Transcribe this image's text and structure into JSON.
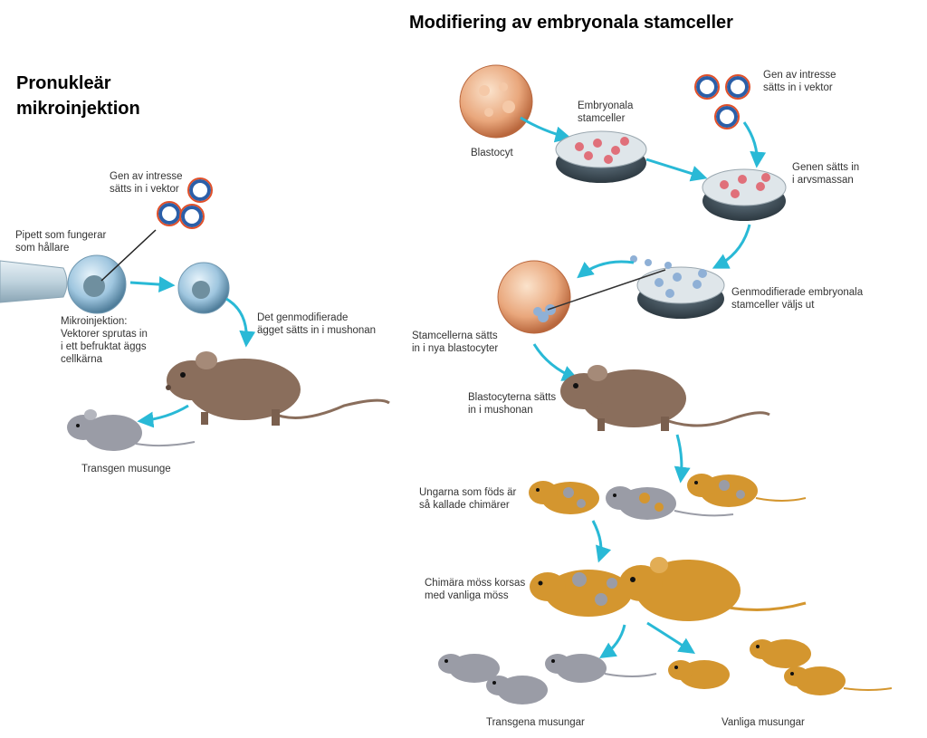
{
  "titles": {
    "left": "Pronukleär\nmikroinjektion",
    "right": "Modifiering av embryonala stamceller"
  },
  "left_labels": {
    "gene_vector": "Gen av intresse\nsätts in i vektor",
    "pipette": "Pipett som fungerar\nsom hållare",
    "microinjection": "Mikroinjektion:\nVektorer sprutas in\ni ett befruktat äggs\ncellkärna",
    "egg_into_mother": "Det genmodifierade\nägget sätts in i mushonan",
    "transgenic_pup": "Transgen musunge"
  },
  "right_labels": {
    "blastocyst": "Blastocyt",
    "embryonic_stem_cells": "Embryonala\nstamceller",
    "gene_vector": "Gen av intresse\nsätts in i vektor",
    "gene_inserted": "Genen sätts in\ni arvsmassan",
    "gm_cells_selected": "Genmodifierade embryonala\nstamceller väljs ut",
    "stem_cells_into_blastocysts": "Stamcellerna sätts\nin i nya blastocyter",
    "blastocysts_into_mother": "Blastocyterna sätts\nin i mushonan",
    "chimeras_born": "Ungarna som föds är\nså kallade chimärer",
    "chimeras_crossed": "Chimära möss korsas\nmed vanliga möss",
    "transgenic_pups": "Transgena musungar",
    "normal_pups": "Vanliga musungar"
  },
  "colors": {
    "arrow": "#29b9d6",
    "brown_mouse": "#8a6e5c",
    "grey_mouse": "#9a9ca6",
    "orange_mouse": "#d4962f",
    "plasmid_red": "#e0502a",
    "plasmid_blue": "#2b5fa8",
    "blastocyst": "#e9a77c",
    "egg": "#9fc6df"
  }
}
